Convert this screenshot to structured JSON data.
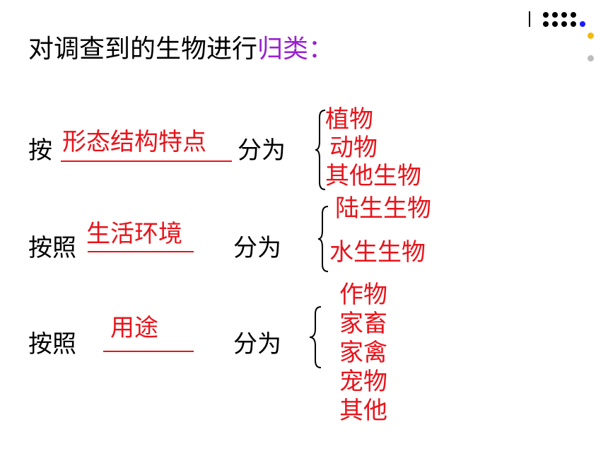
{
  "title": {
    "main": "对调查到的生物进行",
    "highlight": "归类："
  },
  "rows": [
    {
      "prefix": "按",
      "criterion": "形态结构特点",
      "suffix": "分为",
      "items": [
        "植物",
        "动物",
        "其他生物"
      ]
    },
    {
      "prefix": "按照",
      "criterion": "生活环境",
      "suffix": "分为",
      "items": [
        "陆生生物",
        "水生生物"
      ]
    },
    {
      "prefix": "按照",
      "criterion": "用途",
      "suffix": "分为",
      "items": [
        "作物",
        "家畜",
        "家禽",
        "宠物",
        "其他"
      ]
    }
  ],
  "colors": {
    "answer": "#e8141b",
    "highlight": "#9b1fd1",
    "dot_accent_1": "#1a1aff",
    "dot_accent_2": "#f2b90f",
    "dot_grey": "#bdbdbd"
  }
}
